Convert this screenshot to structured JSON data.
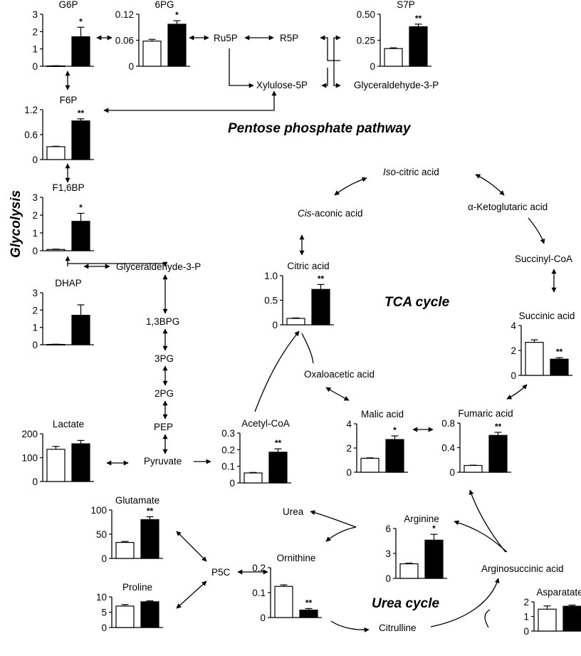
{
  "sections": {
    "ppp": "Pentose phosphate pathway",
    "glycolysis": "Glycolysis",
    "tca": "TCA cycle",
    "urea": "Urea cycle"
  },
  "labels": {
    "ru5p": "Ru5P",
    "r5p": "R5P",
    "xylulose": "Xylulose-5P",
    "gap_ppp": "Glyceraldehyde-3-P",
    "gap_glyc": "Glyceraldehyde-3-P",
    "bpg13": "1,3BPG",
    "pg3": "3PG",
    "pg2": "2PG",
    "pep": "PEP",
    "pyruvate": "Pyruvate",
    "isocitric_pre": "Iso",
    "isocitric_post": "-citric acid",
    "cis_pre": "Cis",
    "cis_post": "-aconic acid",
    "akg": "α-Ketoglutaric acid",
    "succinylcoa": "Succinyl-CoA",
    "oxaloacetic": "Oxaloacetic acid",
    "p5c": "P5C",
    "urea": "Urea",
    "citrulline": "Citrulline",
    "argsucc": "Arginosuccinic acid"
  },
  "chart_data": [
    {
      "type": "bar",
      "title": "G6P",
      "categories": [
        "",
        ""
      ],
      "values": [
        0.02,
        1.7
      ],
      "errors": [
        0.01,
        0.55
      ],
      "sig": "*",
      "ylim": [
        0,
        3
      ],
      "ticks": [
        "0",
        "1",
        "2",
        "3"
      ]
    },
    {
      "type": "bar",
      "title": "6PG",
      "categories": [
        "",
        ""
      ],
      "values": [
        0.058,
        0.097
      ],
      "errors": [
        0.004,
        0.008
      ],
      "sig": "*",
      "ylim": [
        0,
        0.12
      ],
      "ticks": [
        "0",
        "0.06",
        "0.12"
      ]
    },
    {
      "type": "bar",
      "title": "S7P",
      "categories": [
        "",
        ""
      ],
      "values": [
        0.17,
        0.38
      ],
      "errors": [
        0.007,
        0.025
      ],
      "sig": "**",
      "ylim": [
        0,
        0.5
      ],
      "ticks": [
        "0",
        "0.25",
        "0.50"
      ]
    },
    {
      "type": "bar",
      "title": "F6P",
      "categories": [
        "",
        ""
      ],
      "values": [
        0.31,
        0.93
      ],
      "errors": [
        0.01,
        0.05
      ],
      "sig": "**",
      "ylim": [
        0,
        1.2
      ],
      "ticks": [
        "0",
        "0.6",
        "1.2"
      ]
    },
    {
      "type": "bar",
      "title": "F1,6BP",
      "categories": [
        "",
        ""
      ],
      "values": [
        0.07,
        1.65
      ],
      "errors": [
        0.02,
        0.45
      ],
      "sig": "*",
      "ylim": [
        0,
        3
      ],
      "ticks": [
        "0",
        "1",
        "2",
        "3"
      ]
    },
    {
      "type": "bar",
      "title": "DHAP",
      "categories": [
        "",
        ""
      ],
      "values": [
        0.02,
        1.7
      ],
      "errors": [
        0.01,
        0.6
      ],
      "sig": "",
      "ylim": [
        0,
        3
      ],
      "ticks": [
        "0",
        "1",
        "2",
        "3"
      ]
    },
    {
      "type": "bar",
      "title": "Lactate",
      "categories": [
        "",
        ""
      ],
      "values": [
        135,
        158
      ],
      "errors": [
        12,
        14
      ],
      "sig": "",
      "ylim": [
        0,
        200
      ],
      "ticks": [
        "0",
        "100",
        "200"
      ]
    },
    {
      "type": "bar",
      "title": "Acetyl-CoA",
      "categories": [
        "",
        ""
      ],
      "values": [
        0.06,
        0.185
      ],
      "errors": [
        0.003,
        0.02
      ],
      "sig": "**",
      "ylim": [
        0,
        0.3
      ],
      "ticks": [
        "0",
        "0.1",
        "0.2",
        "0.3"
      ]
    },
    {
      "type": "bar",
      "title": "Citric acid",
      "categories": [
        "",
        ""
      ],
      "values": [
        0.13,
        0.72
      ],
      "errors": [
        0.01,
        0.1
      ],
      "sig": "**",
      "ylim": [
        0,
        1.0
      ],
      "ticks": [
        "0",
        "0.5",
        "1.0"
      ]
    },
    {
      "type": "bar",
      "title": "Succinic acid",
      "categories": [
        "",
        ""
      ],
      "values": [
        2.65,
        1.3
      ],
      "errors": [
        0.2,
        0.12
      ],
      "sig": "**",
      "ylim": [
        0,
        4
      ],
      "ticks": [
        "0",
        "2",
        "4"
      ]
    },
    {
      "type": "bar",
      "title": "Malic acid",
      "categories": [
        "",
        ""
      ],
      "values": [
        1.15,
        2.7
      ],
      "errors": [
        0.04,
        0.3
      ],
      "sig": "*",
      "ylim": [
        0,
        4
      ],
      "ticks": [
        "0",
        "2",
        "4"
      ]
    },
    {
      "type": "bar",
      "title": "Fumaric acid",
      "categories": [
        "",
        ""
      ],
      "values": [
        0.11,
        0.6
      ],
      "errors": [
        0.005,
        0.05
      ],
      "sig": "**",
      "ylim": [
        0,
        0.8
      ],
      "ticks": [
        "0",
        "0.4",
        "0.8"
      ]
    },
    {
      "type": "bar",
      "title": "Glutamate",
      "categories": [
        "",
        ""
      ],
      "values": [
        33,
        80
      ],
      "errors": [
        2,
        6
      ],
      "sig": "**",
      "ylim": [
        0,
        100
      ],
      "ticks": [
        "0",
        "50",
        "100"
      ]
    },
    {
      "type": "bar",
      "title": "Proline",
      "categories": [
        "",
        ""
      ],
      "values": [
        7.0,
        8.4
      ],
      "errors": [
        0.5,
        0.3
      ],
      "sig": "",
      "ylim": [
        0,
        10
      ],
      "ticks": [
        "0",
        "5",
        "10"
      ]
    },
    {
      "type": "bar",
      "title": "Ornithine",
      "categories": [
        "",
        ""
      ],
      "values": [
        0.125,
        0.03
      ],
      "errors": [
        0.006,
        0.006
      ],
      "sig": "**",
      "ylim": [
        0,
        0.2
      ],
      "ticks": [
        "0",
        "0.1",
        "0.2"
      ]
    },
    {
      "type": "bar",
      "title": "Arginine",
      "categories": [
        "",
        ""
      ],
      "values": [
        1.75,
        4.6
      ],
      "errors": [
        0.08,
        0.7
      ],
      "sig": "*",
      "ylim": [
        0,
        6
      ],
      "ticks": [
        "0",
        "3",
        "6"
      ]
    },
    {
      "type": "bar",
      "title": "Asparatate",
      "categories": [
        "",
        ""
      ],
      "values": [
        1.5,
        1.7
      ],
      "errors": [
        0.22,
        0.08
      ],
      "sig": "",
      "ylim": [
        0,
        2
      ],
      "ticks": [
        "0",
        "1",
        "2"
      ]
    }
  ]
}
